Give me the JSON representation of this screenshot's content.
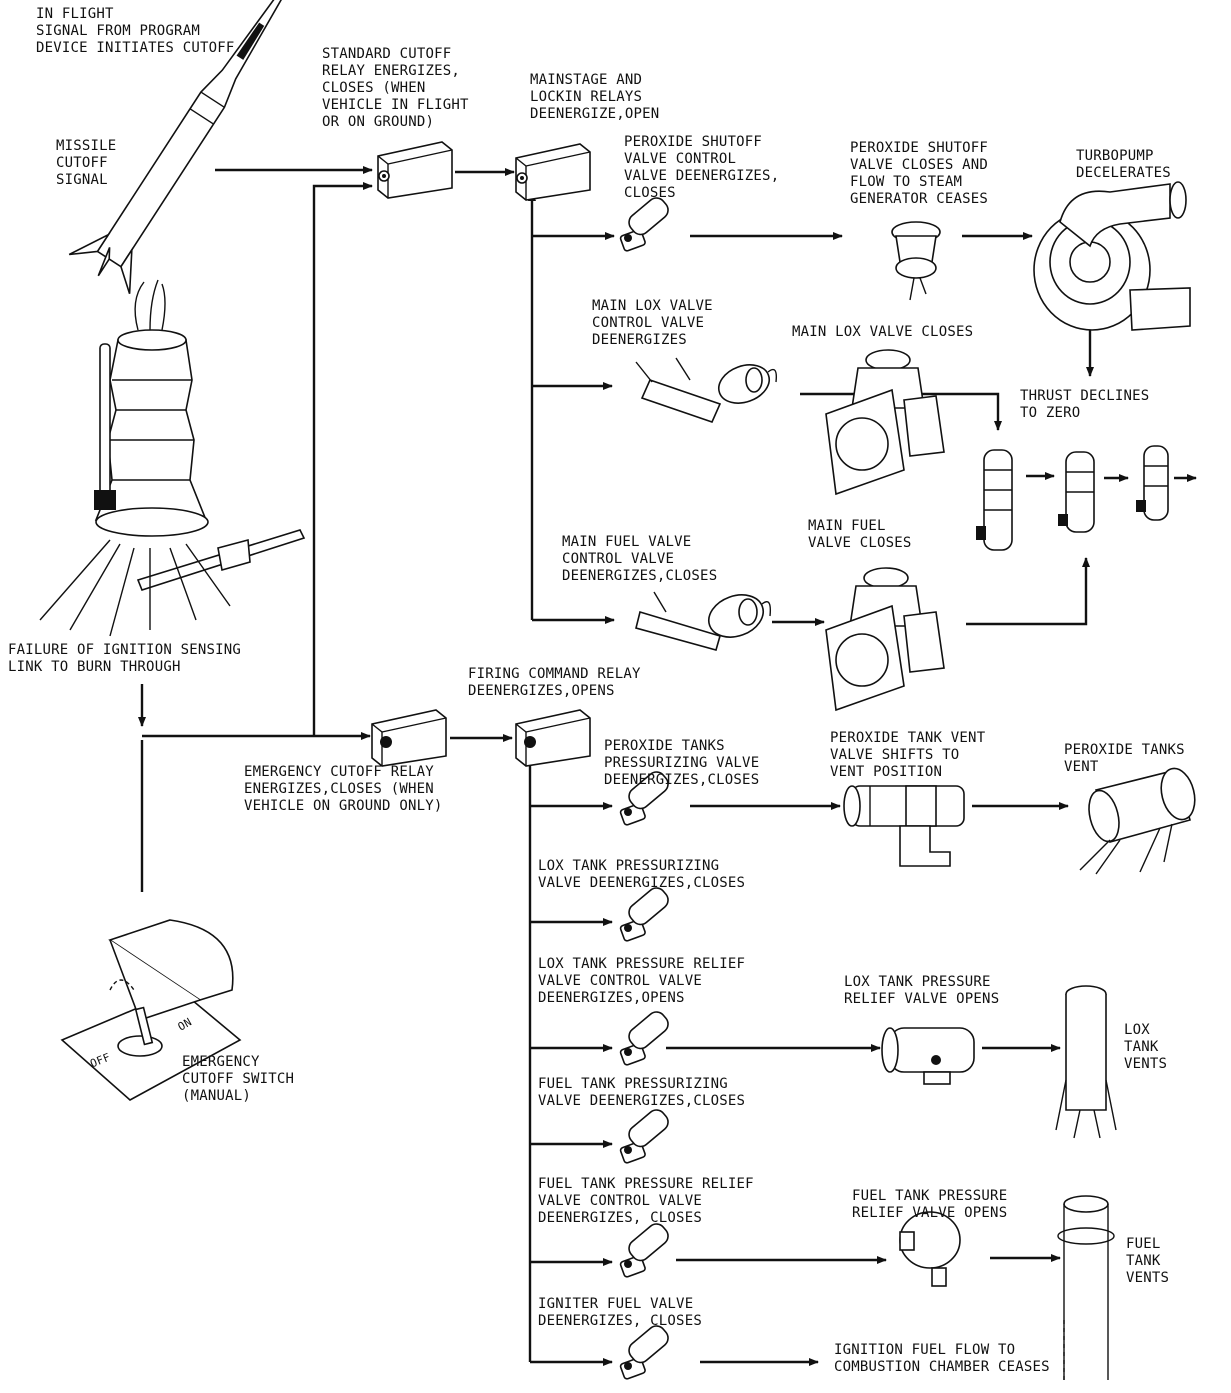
{
  "labels": {
    "in_flight": "IN FLIGHT\nSIGNAL FROM PROGRAM\nDEVICE INITIATES CUTOFF",
    "missile_cutoff": "MISSILE\nCUTOFF\nSIGNAL",
    "standard_cutoff": "STANDARD CUTOFF\nRELAY ENERGIZES,\nCLOSES (WHEN\nVEHICLE IN FLIGHT\nOR ON GROUND)",
    "mainstage": "MAINSTAGE AND\nLOCKIN RELAYS\nDEENERGIZE,OPEN",
    "peroxide_shutoff_control": "PEROXIDE SHUTOFF\nVALVE CONTROL\nVALVE DEENERGIZES,\nCLOSES",
    "peroxide_shutoff_closes": "PEROXIDE SHUTOFF\nVALVE CLOSES AND\nFLOW TO STEAM\nGENERATOR CEASES",
    "turbopump": "TURBOPUMP\nDECELERATES",
    "main_lox_control": "MAIN LOX VALVE\nCONTROL VALVE\nDEENERGIZES",
    "main_lox_closes": "MAIN LOX VALVE CLOSES",
    "thrust_declines": "THRUST DECLINES\nTO ZERO",
    "main_fuel_closes": "MAIN FUEL\nVALVE CLOSES",
    "main_fuel_control": "MAIN FUEL VALVE\nCONTROL VALVE\nDEENERGIZES,CLOSES",
    "failure_ignition": "FAILURE OF IGNITION SENSING\nLINK TO BURN THROUGH",
    "firing_command": "FIRING COMMAND RELAY\nDEENERGIZES,OPENS",
    "emergency_relay": "EMERGENCY CUTOFF RELAY\nENERGIZES,CLOSES (WHEN\nVEHICLE ON GROUND ONLY)",
    "peroxide_tanks_press": "PEROXIDE TANKS\nPRESSURIZING VALVE\nDEENERGIZES,CLOSES",
    "peroxide_tank_vent_valve": "PEROXIDE TANK VENT\nVALVE SHIFTS TO\nVENT POSITION",
    "peroxide_tanks_vent": "PEROXIDE TANKS\nVENT",
    "lox_tank_press": "LOX TANK PRESSURIZING\nVALVE DEENERGIZES,CLOSES",
    "lox_tank_relief_control": "LOX TANK PRESSURE RELIEF\nVALVE CONTROL VALVE\nDEENERGIZES,OPENS",
    "lox_tank_relief_opens": "LOX TANK PRESSURE\nRELIEF VALVE OPENS",
    "lox_tank_vents": "LOX\nTANK\nVENTS",
    "fuel_tank_press": "FUEL TANK PRESSURIZING\nVALVE DEENERGIZES,CLOSES",
    "fuel_tank_relief_control": "FUEL TANK PRESSURE RELIEF\nVALVE CONTROL VALVE\nDEENERGIZES, CLOSES",
    "fuel_tank_relief_opens": "FUEL TANK PRESSURE\nRELIEF VALVE OPENS",
    "fuel_tank_vents": "FUEL\nTANK\nVENTS",
    "igniter_fuel": "IGNITER FUEL VALVE\nDEENERGIZES, CLOSES",
    "ignition_fuel_flow": "IGNITION FUEL FLOW TO\nCOMBUSTION CHAMBER CEASES",
    "emergency_switch": "EMERGENCY\nCUTOFF SWITCH\n(MANUAL)",
    "switch_on": "ON",
    "switch_off": "OFF"
  }
}
